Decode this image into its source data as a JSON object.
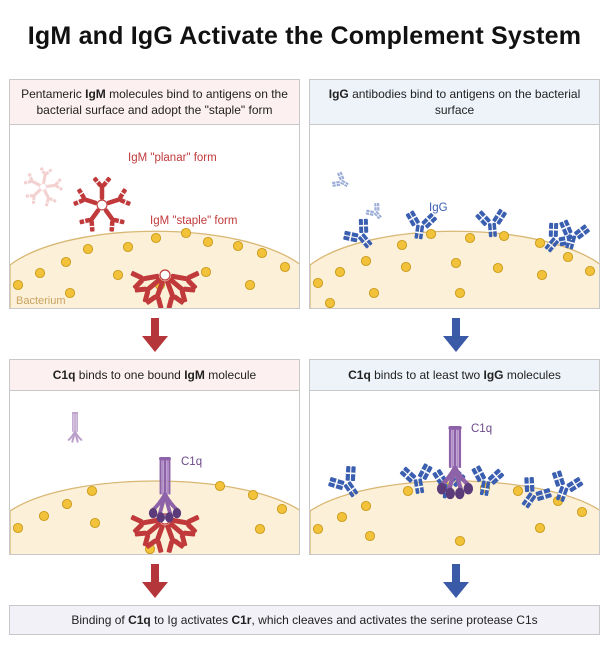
{
  "title": "IgM and IgG Activate the Complement System",
  "panels": {
    "top_left": {
      "header": [
        {
          "text": "Pentameric ",
          "bold": false
        },
        {
          "text": "IgM",
          "bold": true
        },
        {
          "text": " molecules bind to antigens on the bacterial surface and adopt the \"staple\" form",
          "bold": false
        }
      ],
      "labels": {
        "planar": "IgM \"planar\" form",
        "staple": "IgM \"staple\" form",
        "bacterium": "Bacterium"
      }
    },
    "top_right": {
      "header": [
        {
          "text": "IgG",
          "bold": true
        },
        {
          "text": " antibodies bind to antigens on the bacterial surface",
          "bold": false
        }
      ],
      "labels": {
        "igg": "IgG"
      }
    },
    "bottom_left": {
      "header": [
        {
          "text": "C1q",
          "bold": true
        },
        {
          "text": " binds to one bound ",
          "bold": false
        },
        {
          "text": "IgM",
          "bold": true
        },
        {
          "text": " molecule",
          "bold": false
        }
      ],
      "labels": {
        "c1q": "C1q"
      }
    },
    "bottom_right": {
      "header": [
        {
          "text": "C1q",
          "bold": true
        },
        {
          "text": " binds to at least two ",
          "bold": false
        },
        {
          "text": "IgG",
          "bold": true
        },
        {
          "text": " molecules",
          "bold": false
        }
      ],
      "labels": {
        "c1q": "C1q"
      }
    }
  },
  "footer": [
    {
      "text": "Binding of ",
      "bold": false
    },
    {
      "text": "C1q",
      "bold": true
    },
    {
      "text": " to Ig activates ",
      "bold": false
    },
    {
      "text": "C1r",
      "bold": true
    },
    {
      "text": ", which cleaves and activates the serine protease C1s",
      "bold": false
    }
  ],
  "colors": {
    "igm": "#c0393b",
    "igg": "#3b5fb0",
    "c1q": "#8e62a8",
    "antigen": "#f1c23a",
    "bacterium": "#fcf1d8",
    "red_arrow": "#b5363a",
    "blue_arrow": "#3a5aa8"
  }
}
